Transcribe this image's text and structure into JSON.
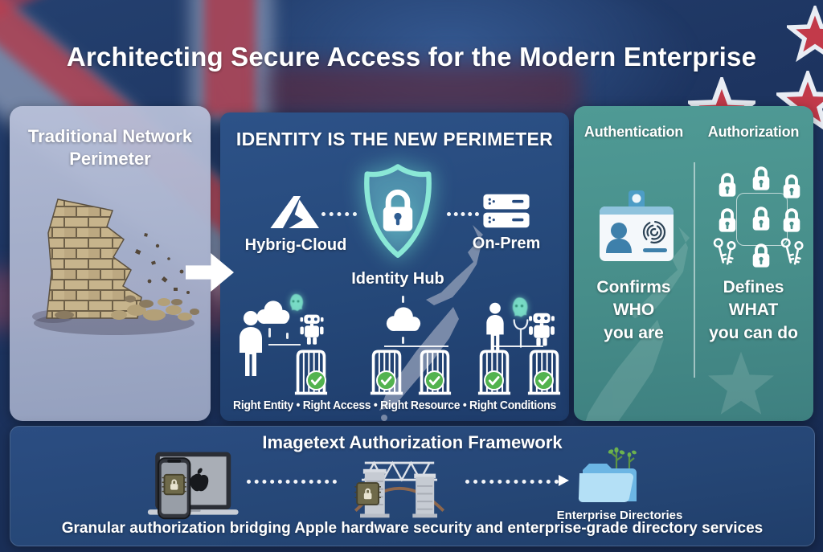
{
  "header": {
    "title": "Architecting Secure Access for the Modern Enterprise"
  },
  "left_panel": {
    "title": "Traditional Network Perimeter"
  },
  "middle_panel": {
    "heading": "IDENTITY IS THE NEW PERIMETER",
    "hybrid_cloud_label": "Hybrig-Cloud",
    "identity_hub_label": "Identity Hub",
    "on_prem_label": "On-Prem",
    "principles": "Right Entity • Right Access • Right Resource • Right Conditions"
  },
  "right_panel": {
    "heading_left": "Authentication",
    "heading_right": "Authorization",
    "authentication": {
      "line1": "Confirms",
      "line2": "WHO",
      "line3": "you are"
    },
    "authorization": {
      "line1": "Defines",
      "line2": "WHAT",
      "line3": "you can do"
    }
  },
  "bottom_panel": {
    "heading": "Imagetext Authorization Framework",
    "directories_label": "Enterprise Directories",
    "caption": "Granular authorization bridging Apple hardware security and enterprise-grade directory services"
  },
  "icons": {
    "broken_wall": "crumbling brick wall",
    "right_arrow": "white block arrow",
    "azure_cloud": "Azure hybrid-cloud logo",
    "shield_lock": "glowing teal shield with padlock",
    "server_stack": "on-prem server stack",
    "person": "person silhouette",
    "robot": "robot agent",
    "cloud": "cloud silhouette",
    "gate_check": "access gate with green checkmark",
    "spirit": "teal spirit sprite",
    "id_badge": "ID badge with fingerprint",
    "padlock": "white padlock",
    "keys": "pair of keys",
    "apple_devices": "iPhone with secure enclave chip and MacBook",
    "truss_bridge": "bridge with secure chip",
    "folder_plants": "enterprise directory folder with plants",
    "nz_map": "New Zealand map silhouette",
    "nz_star": "red star with white border"
  },
  "colors": {
    "background_navy": "#1d3460",
    "panel_blue": "#26497d",
    "panel_teal": "#4a918d",
    "panel_light": "#b3bcd6",
    "accent_teal": "#8ae8d6",
    "check_green": "#53b34f",
    "flag_red": "#c23a4a"
  }
}
